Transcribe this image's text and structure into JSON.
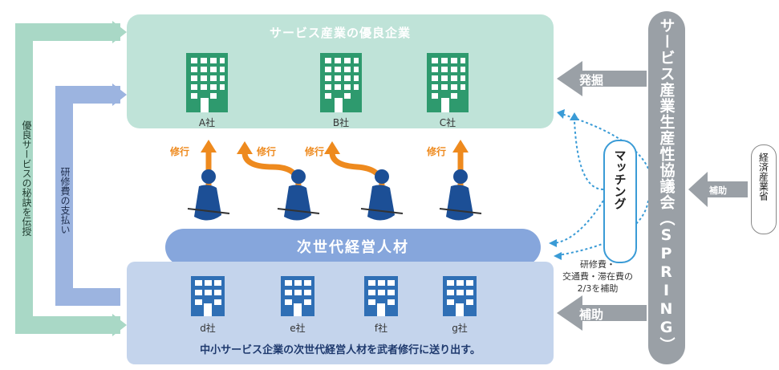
{
  "top_panel": {
    "title": "サービス産業の優良企業"
  },
  "top_companies": [
    "A社",
    "B社",
    "C社"
  ],
  "training_label": "修行",
  "ellipse_label": "次世代経営人材",
  "bottom_companies": [
    "d社",
    "e社",
    "f社",
    "g社"
  ],
  "bottom_panel": {
    "caption": "中小サービス企業の次世代経営人材を武者修行に送り出す。"
  },
  "left_outer_label": "優良サービスの秘訣を伝授",
  "left_inner_label": "研修費の支払い",
  "spring_label": "サービス産業生産性協議会（SPRING）",
  "matching_label": "マッチング",
  "discover_label": "発掘",
  "subsidy_label": "補助",
  "subsidy_note": [
    "研修費・",
    "交通費・滞在費の",
    "2/3を補助"
  ],
  "meti_label": "経済産業省",
  "meti_subsidy_label": "補助",
  "colors": {
    "green_panel": "#bfe3d8",
    "blue_panel": "#c4d4ec",
    "orange": "#ee8a1e",
    "building_green": "#2e9a6e",
    "building_blue": "#2f6fb5",
    "samurai": "#1c4f96",
    "spring_gray": "#9aa0a6",
    "dotted_blue": "#3a9bd6"
  },
  "icons": [
    "office-building-icon",
    "samurai-trainee-icon",
    "arrow-icon"
  ]
}
